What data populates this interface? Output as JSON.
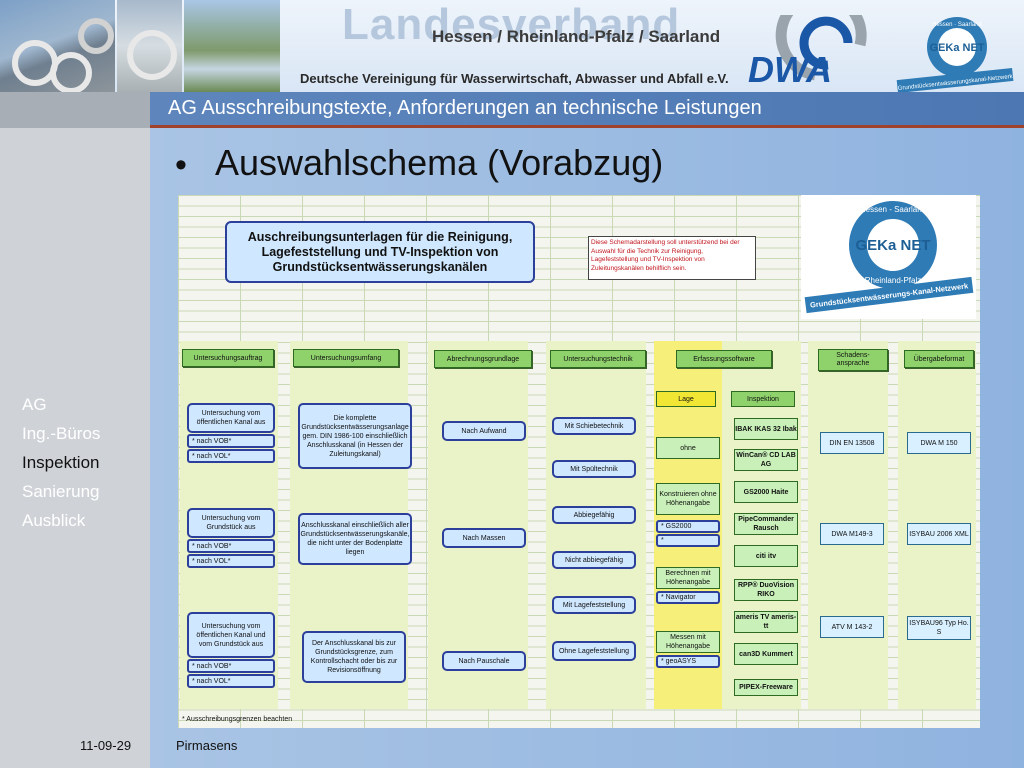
{
  "header": {
    "org_big": "Landesverband",
    "org_sub": "Hessen / Rheinland-Pfalz / Saarland",
    "org_full": "Deutsche Vereinigung für Wasserwirtschaft, Abwasser und Abfall e.V.",
    "dwa_logo": "DWA",
    "geka_small_top": "Hessen · Saarland",
    "geka_small_mid": "GEKa NET",
    "geka_small_bottom": "Grundstücksentwässerungskanal-Netzwerk"
  },
  "subtitle": "AG Ausschreibungstexte, Anforderungen an technische Leistungen",
  "heading": "Auswahlschema (Vorabzug)",
  "bullet": "•",
  "nav": {
    "items": [
      {
        "label": "AG",
        "active": false
      },
      {
        "label": "Ing.-Büros",
        "active": false
      },
      {
        "label": "Inspektion",
        "active": true
      },
      {
        "label": "Sanierung",
        "active": false
      },
      {
        "label": "Ausblick",
        "active": false
      }
    ]
  },
  "footer": {
    "date": "11-09-29",
    "place": "Pirmasens"
  },
  "diagram": {
    "title_lines": [
      "Auschreibungsunterlagen für die Reinigung,",
      "Lagefeststellung und TV-Inspektion von",
      "Grundstücksentwässerungskanälen"
    ],
    "note_lines": [
      "Diese Schemadarstellung soll unterstützend bei der",
      "Auswahl für die Technik zur Reinigung,",
      "Lagefeststellung und TV-Inspektion von",
      "Zuleitungskanälen behilflich sein."
    ],
    "geka_big": {
      "top": "Hessen - Saarland",
      "mid": "GEKa NET",
      "ring": "Rheinland-Pfalz",
      "bottom": "Grundstücksentwässerungs-Kanal-Netzwerk"
    },
    "columns": [
      "Untersuchungsauftrag",
      "Untersuchungsumfang",
      "Abrechnungsgrundlage",
      "Untersuchungstechnik",
      "Erfassungssoftware",
      "Schadens-\nansprache",
      "Übergabeformat"
    ],
    "subcolumns": [
      "Lage",
      "Inspektion"
    ],
    "auftrag": [
      {
        "label": "Untersuchung vom öffentlichen Kanal aus",
        "vob": "* nach VOB*",
        "vol": "* nach VOL*"
      },
      {
        "label": "Untersuchung vom Grundstück aus",
        "vob": "* nach VOB*",
        "vol": "* nach VOL*"
      },
      {
        "label": "Untersuchung vom öffentlichen Kanal und vom Grundstück aus",
        "vob": "* nach VOB*",
        "vol": "* nach VOL*"
      }
    ],
    "umfang": [
      "Die komplette Grundstücksentwässerungsanlage gem. DIN 1986-100 einschließlich Anschlusskanal (in Hessen der Zuleitungskanal)",
      "Anschlusskanal einschließlich aller Grundstücksentwässerungskanäle, die nicht unter der Bodenplatte liegen",
      "Der Anschlusskanal bis zur Grundstücksgrenze, zum Kontrollschacht oder bis zur Revisionsöffnung"
    ],
    "abrechnung": [
      "Nach Aufwand",
      "Nach Massen",
      "Nach Pauschale"
    ],
    "technik": [
      "Mit Schiebetechnik",
      "Mit Spültechnik",
      "Abbiegefähig",
      "Nicht abbiegefähig",
      "Mit Lagefeststellung",
      "Ohne Lagefeststellung"
    ],
    "lage": [
      "ohne",
      "Konstruieren ohne Höhenangabe",
      "* GS2000",
      "*",
      "Berechnen mit Höhenangabe",
      "* Navigator",
      "Messen mit Höhenangabe",
      "* geoASYS"
    ],
    "inspektion": [
      "IBAK IKAS 32 Ibak",
      "WinCan® CD LAB AG",
      "GS2000 Haite",
      "PipeCommander Rausch",
      "citi itv",
      "RPP® DuoVision RIKO",
      "ameris TV ameris-tt",
      "can3D Kummert",
      "PIPEX-Freeware"
    ],
    "schaden": [
      "DIN EN 13508",
      "DWA M149-3",
      "ATV M 143-2"
    ],
    "format": [
      "DWA M 150",
      "ISYBAU 2006 XML",
      "ISYBAU96 Typ Ho. S"
    ],
    "footnote": "* Ausschreibungsgrenzen beachten"
  },
  "colors": {
    "accent_rule": "#a0412c",
    "box_border": "#2b3f9b",
    "box_fill": "#cfe7ff",
    "head_fill": "#8fd26c"
  }
}
